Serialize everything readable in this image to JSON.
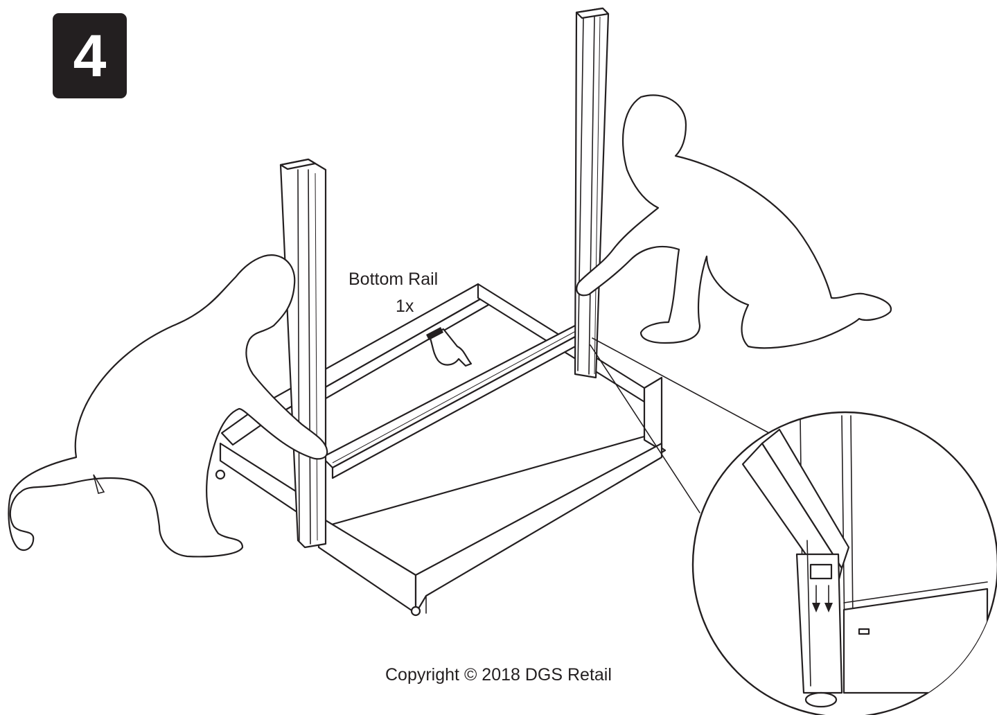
{
  "step": {
    "number": "4"
  },
  "part": {
    "name": "Bottom Rail",
    "quantity": "1x"
  },
  "footer": {
    "copyright": "Copyright © 2018 DGS Retail"
  },
  "colors": {
    "ink": "#231f20",
    "paper": "#ffffff"
  },
  "icons": [
    "pointing-hand-icon",
    "down-arrow-icon"
  ]
}
